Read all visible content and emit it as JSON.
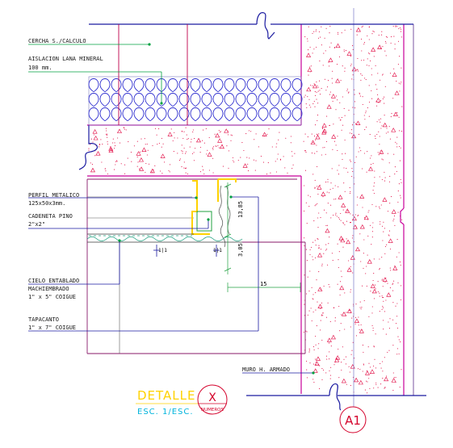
{
  "colors": {
    "concrete_dots": "#e0003c",
    "frame_magenta": "#c8009a",
    "leader_blue": "#1a1aa0",
    "leader_green": "#00a040",
    "title_yellow": "#ffd200",
    "scale_cyan": "#00b4dc",
    "bubble_red": "#d4002a",
    "insulation": "#2d2dcf",
    "profile_yellow": "#ffd200"
  },
  "labels": {
    "cercha": "CERCHA S./CALCULO",
    "aislacion_1": "AISLACION LANA MINERAL",
    "aislacion_2": "100 mm.",
    "perfil_1": "PERFIL METALICO",
    "perfil_2": "125x50x3mm.",
    "cadeneta_1": "CADENETA PINO",
    "cadeneta_2": "2\"x2\"",
    "cielo_1": "CIELO ENTABLADO",
    "cielo_2": "MACHIEMBRADO",
    "cielo_3": "1\" x 5\" COIGUE",
    "tapacanto_1": "TAPACANTO",
    "tapacanto_2": "1\" x 7\" COIGUE",
    "muro": "MURO H. ARMADO"
  },
  "dimensions": {
    "d1": "13,85",
    "d2": "3,05",
    "d3": "15",
    "small1": "1|1",
    "small2": "1|1"
  },
  "title_block": {
    "title": "DETALLE",
    "scale": "ESC. 1/ESC.",
    "bubble_letter": "X",
    "bubble_sub": "NUMEROS",
    "axis_label": "A1"
  }
}
